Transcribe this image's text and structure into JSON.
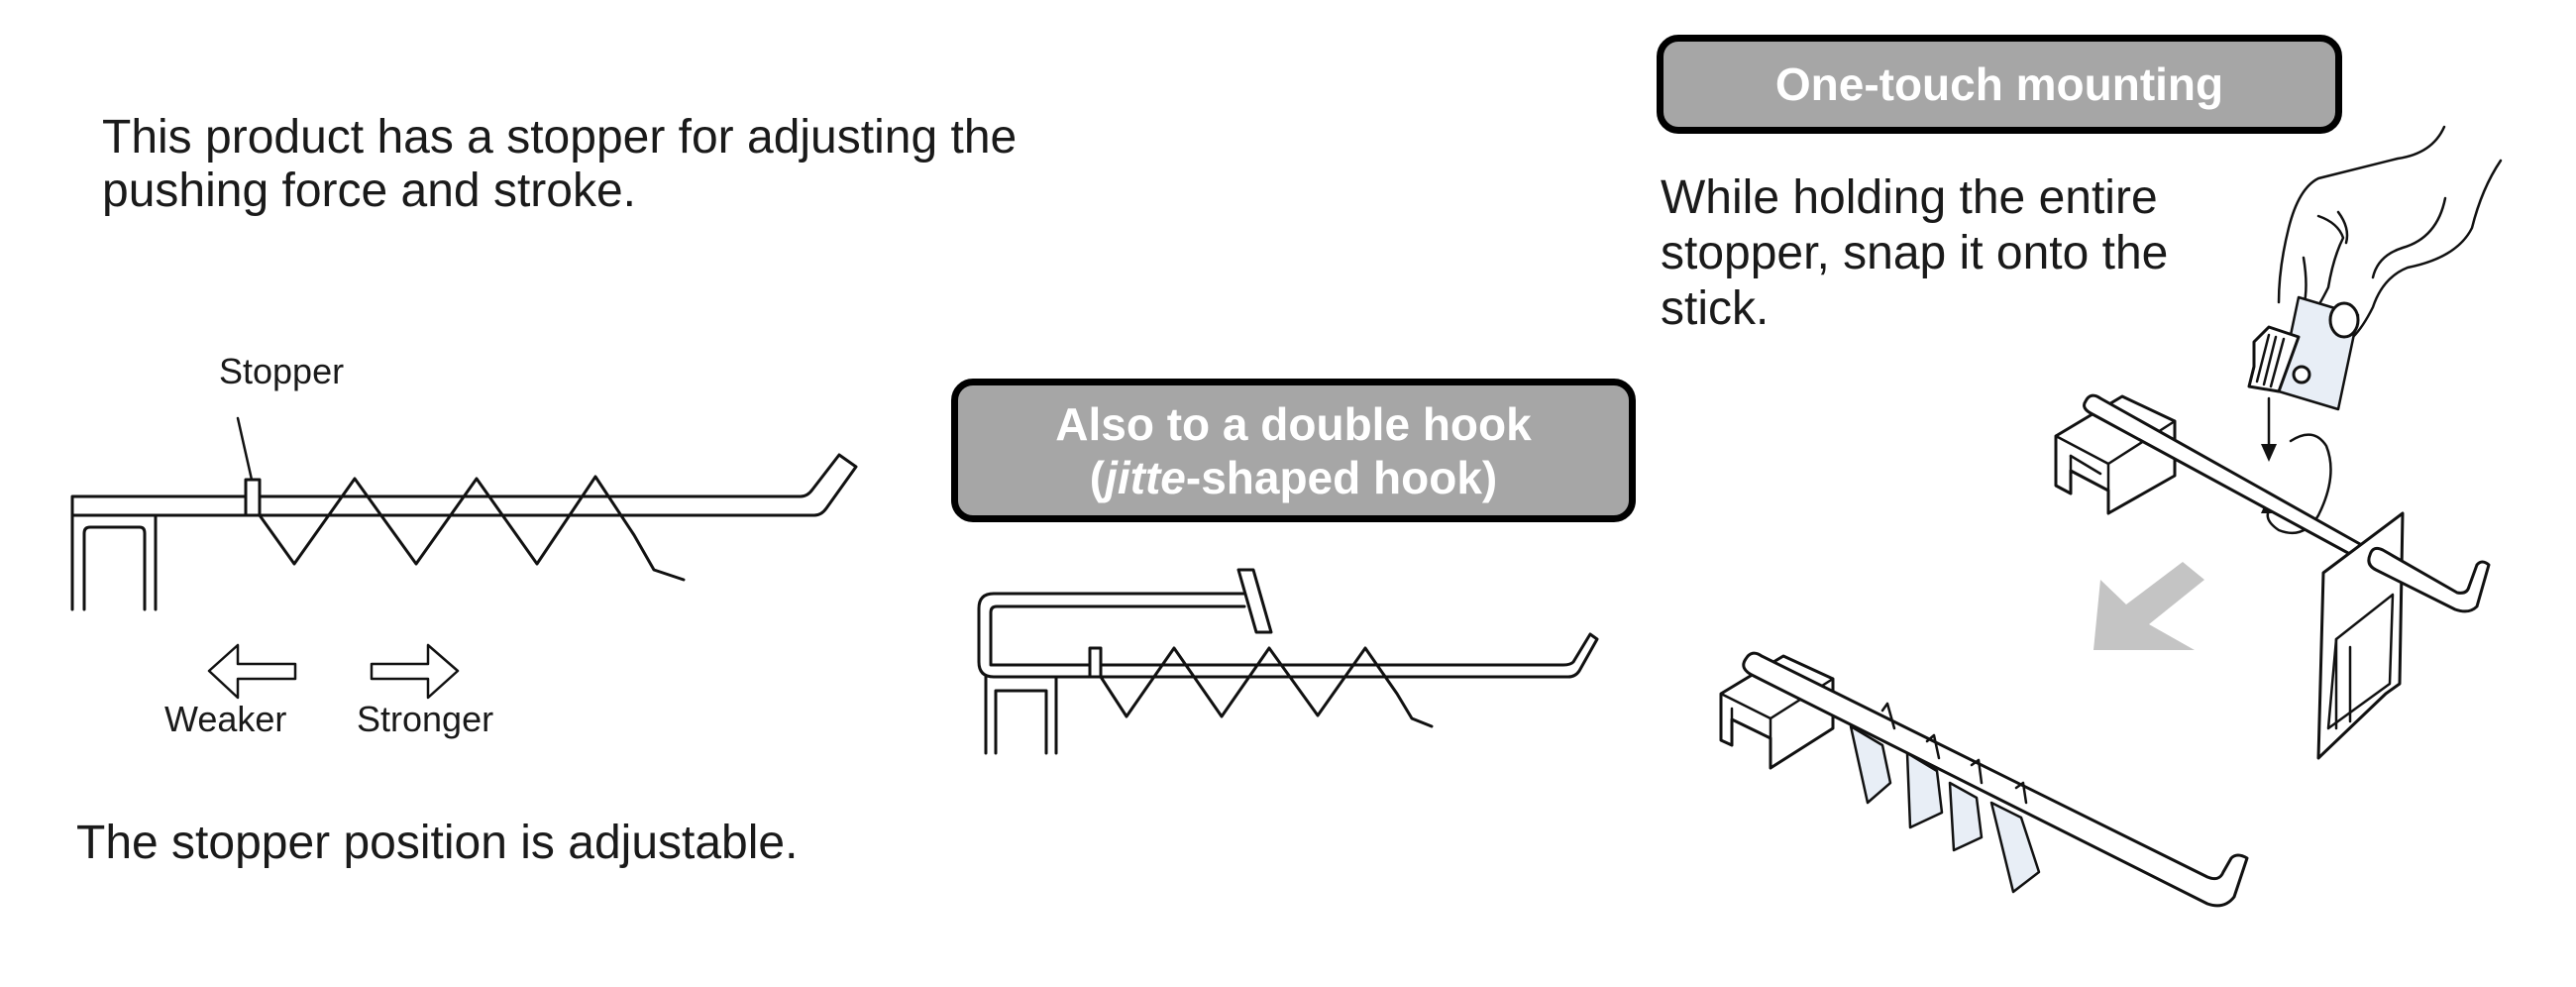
{
  "left_panel": {
    "intro_line1": "This product has a stopper for adjusting the",
    "intro_line2": "pushing force and stroke.",
    "stopper_label": "Stopper",
    "weaker_label": "Weaker",
    "stronger_label": "Stronger",
    "footer": "The stopper position is adjustable."
  },
  "middle_panel": {
    "banner_line1": "Also to a double hook",
    "banner_line2_open": "(",
    "banner_line2_italic": "jitte",
    "banner_line2_rest": "-shaped hook)"
  },
  "right_panel": {
    "banner": "One-touch mounting",
    "instruction_line1": "While holding the entire",
    "instruction_line2": "stopper, snap it onto the",
    "instruction_line3": "stick."
  },
  "colors": {
    "banner_fill": "#a6a6a6",
    "banner_border": "#000000",
    "banner_text": "#ffffff",
    "direction_arrow": "#c4c4c4",
    "stopper_tint": "#e8eef6"
  },
  "icons": {
    "weaker_arrow": "left-outline-arrow",
    "stronger_arrow": "right-outline-arrow",
    "insert_arrow": "down-arrow",
    "rotate_arrow": "circular-arrow",
    "result_arrow": "gray-down-left-arrow"
  }
}
